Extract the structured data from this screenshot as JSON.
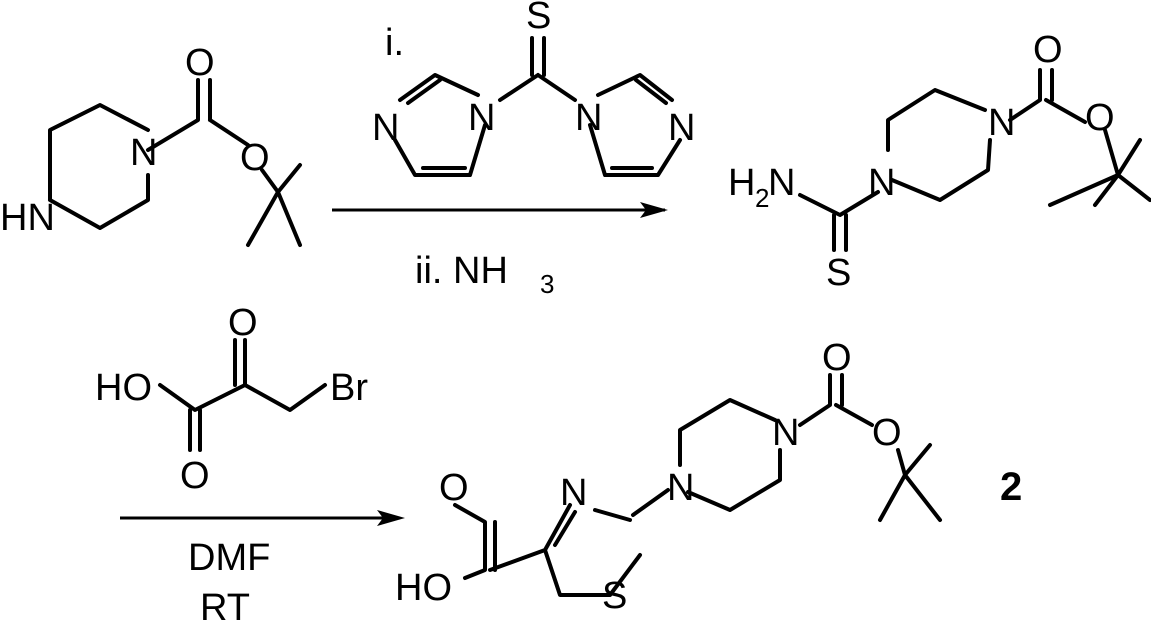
{
  "step1": {
    "reagent_i_label": "i.",
    "reagent_ii_label": "ii. NH",
    "reagent_ii_subscript": "3"
  },
  "step2": {
    "solvent": "DMF",
    "temperature": "RT"
  },
  "compound_label": "2",
  "atoms": {
    "O": "O",
    "N": "N",
    "S": "S",
    "HN": "HN",
    "H2N_H": "H",
    "H2N_sub": "2",
    "H2N_N": "N",
    "HO": "HO",
    "Br": "Br"
  }
}
